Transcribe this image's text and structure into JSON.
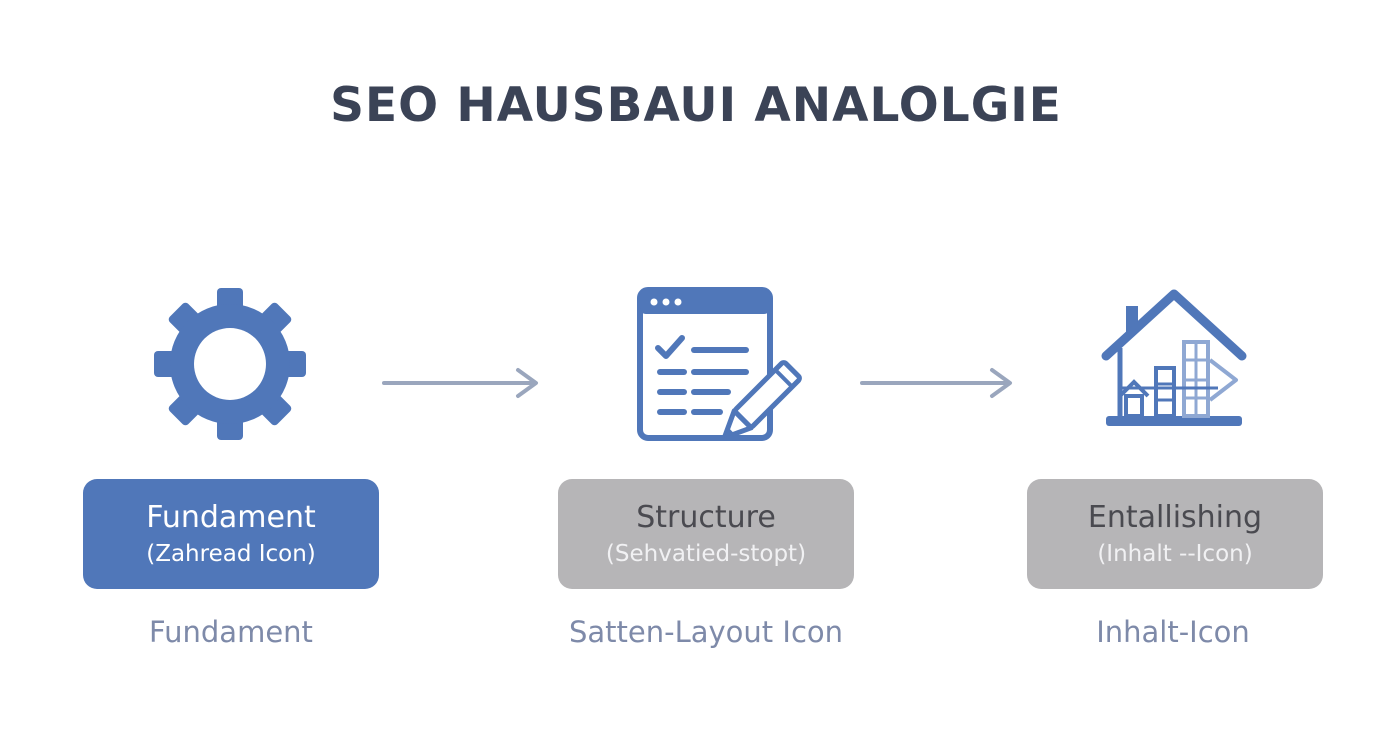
{
  "title": "SEO HAUSBAUI ANALOLGIE",
  "colors": {
    "accent": "#5077b9",
    "arrow": "#9aa6bd",
    "grey_box": "#b6b5b7",
    "title": "#3b4356",
    "caption": "#7e8aa9"
  },
  "steps": [
    {
      "icon": "gear-icon",
      "box_title": "Fundament",
      "box_subtitle": "(Zahread Icon)",
      "caption": "Fundament",
      "box_style": "blue"
    },
    {
      "icon": "checklist-pencil-icon",
      "box_title": "Structure",
      "box_subtitle": "(Sehvatied-stopt)",
      "caption": "Satten-Layout Icon",
      "box_style": "grey"
    },
    {
      "icon": "house-icon",
      "box_title": "Entallishing",
      "box_subtitle": "(Inhalt --Icon)",
      "caption": "Inhalt-Icon",
      "box_style": "grey"
    }
  ]
}
